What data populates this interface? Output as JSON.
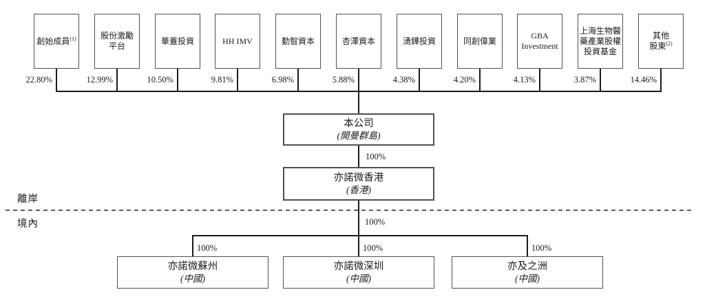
{
  "diagram": {
    "shareholders": [
      {
        "lines": [
          "創始成員"
        ],
        "sup": "(1)",
        "pct": "22.80%"
      },
      {
        "lines": [
          "股份激勵",
          "平台"
        ],
        "pct": "12.99%"
      },
      {
        "lines": [
          "華蓋投資"
        ],
        "pct": "10.50%"
      },
      {
        "lines": [
          "HH IMV"
        ],
        "pct": "9.81%"
      },
      {
        "lines": [
          "勤智資本"
        ],
        "pct": "6.98%"
      },
      {
        "lines": [
          "杏澤資本"
        ],
        "pct": "5.88%"
      },
      {
        "lines": [
          "湧鏵投資"
        ],
        "pct": "4.38%"
      },
      {
        "lines": [
          "同創偉業"
        ],
        "pct": "4.20%"
      },
      {
        "lines": [
          "GBA",
          "Investment"
        ],
        "pct": "4.13%"
      },
      {
        "lines": [
          "上海生物醫",
          "藥產業股權",
          "投資基金"
        ],
        "pct": "3.87%"
      },
      {
        "lines": [
          "其他",
          "股東"
        ],
        "sup": "(2)",
        "pct": "14.46%"
      }
    ],
    "company": {
      "name": "本公司",
      "jurisdiction": "(開曼群島)"
    },
    "hk_subsidiary": {
      "name": "亦諾微香港",
      "jurisdiction": "(香港)"
    },
    "ownership_company_to_hk": "100%",
    "ownership_hk_to_onshore": "100%",
    "region_labels": {
      "offshore": "離岸",
      "onshore": "境內"
    },
    "subsidiaries": [
      {
        "name": "亦諾微蘇州",
        "jurisdiction": "(中國)",
        "pct": "100%"
      },
      {
        "name": "亦諾微深圳",
        "jurisdiction": "(中國)",
        "pct": "100%"
      },
      {
        "name": "亦及之洲",
        "jurisdiction": "(中國)",
        "pct": "100%"
      }
    ],
    "colors": {
      "line": "#1a1a1a",
      "box_border": "#4f4f4f",
      "dash": "#5a5a5a",
      "text": "#1b1b1b",
      "background": "#ffffff"
    }
  }
}
